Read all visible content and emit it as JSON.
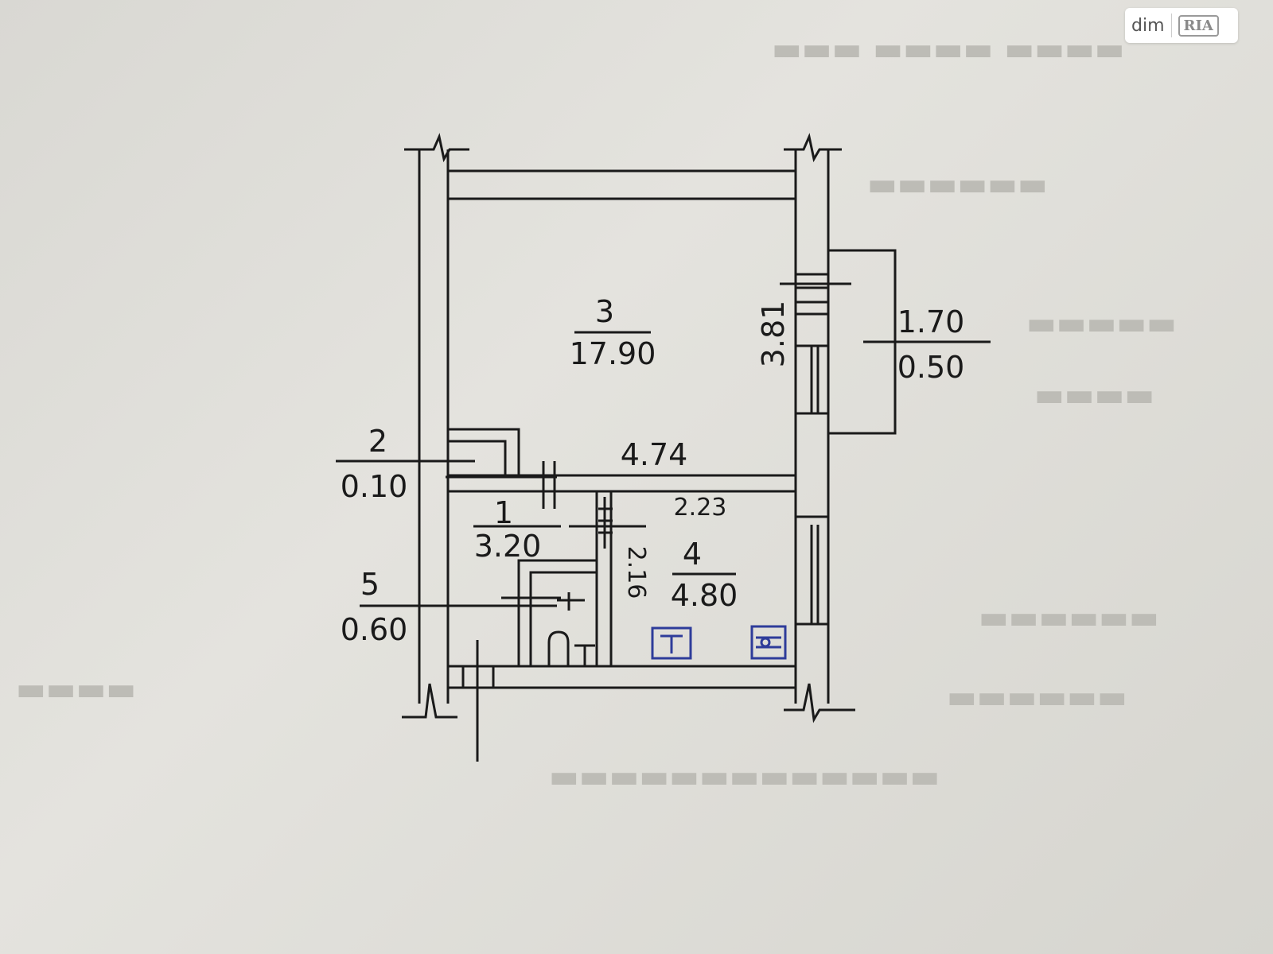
{
  "watermark": {
    "text": "dim",
    "logo": "RIA"
  },
  "plan": {
    "rooms": [
      {
        "number": "3",
        "area": "17.90"
      },
      {
        "number": "2",
        "area": "0.10"
      },
      {
        "number": "1",
        "area": "3.20"
      },
      {
        "number": "4",
        "area": "4.80"
      },
      {
        "number": "5",
        "area": "0.60"
      }
    ],
    "balcony": {
      "top": "1.70",
      "bottom": "0.50"
    },
    "dimensions": {
      "width_main": "4.74",
      "height_main": "3.81",
      "width_small": "2.23",
      "height_small": "2.16"
    }
  }
}
